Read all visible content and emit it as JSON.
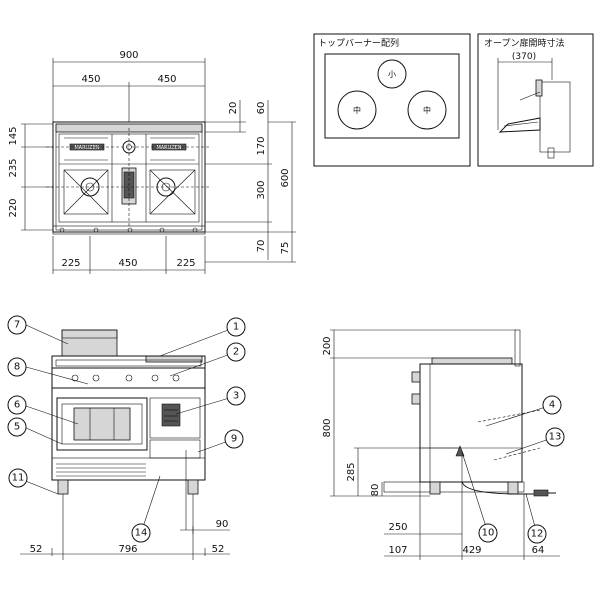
{
  "top_view": {
    "dims": {
      "total_width": "900",
      "left_half": "450",
      "right_half": "450",
      "bottom_left": "225",
      "bottom_mid": "450",
      "bottom_right": "225",
      "left_145": "145",
      "left_235": "235",
      "left_220": "220",
      "r_20": "20",
      "r_60": "60",
      "r_170": "170",
      "r_300": "300",
      "r_70": "70",
      "r_600": "600",
      "r_75": "75"
    },
    "brand_label": "MARUZEN"
  },
  "burner_layout": {
    "title": "トップバーナー配列",
    "small": "小",
    "medium_left": "中",
    "medium_right": "中"
  },
  "oven_door": {
    "title": "オープン扉開時寸法",
    "dim": "(370)"
  },
  "front_view": {
    "dims": {
      "left": "52",
      "mid": "796",
      "right": "52",
      "small": "90"
    }
  },
  "side_view": {
    "dims": {
      "h_200": "200",
      "h_800": "800",
      "h_285": "285",
      "h_80": "80",
      "w_250": "250",
      "w_107": "107",
      "w_429": "429",
      "w_64": "64"
    }
  },
  "callouts": [
    "1",
    "2",
    "3",
    "4",
    "5",
    "6",
    "7",
    "8",
    "9",
    "10",
    "11",
    "12",
    "13",
    "14"
  ]
}
